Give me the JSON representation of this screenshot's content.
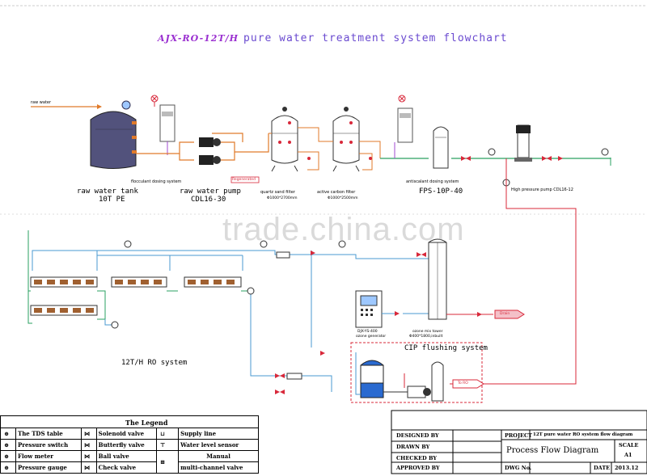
{
  "title": {
    "code": "AJX-RO-12T/H",
    "text": "pure water treatment system flowchart"
  },
  "labels": {
    "raw_water": "raw water",
    "tank_name": "raw water tank",
    "tank_spec": "10T PE",
    "flocculant": "flocculant dosing system",
    "pump_name": "raw water pump",
    "pump_spec": "CDL16-30",
    "sand_filter": "quartz sand filter",
    "sand_spec": "Φ1000*2700mm",
    "carbon_filter": "active carbon filter",
    "carbon_spec": "Φ1000*2500mm",
    "antiscalant": "antiscalant dosing system",
    "fps": "FPS-10P-40",
    "hp_pump": "High pressure pump CDL16-12",
    "ro_system": "12T/H RO system",
    "cip": "CIP flushing system",
    "ozone": "ozone generator",
    "ozone_model": "DJX-YS-400",
    "ozone_tower": "ozone mix tower",
    "ozone_tower_spec": "Φ400*1800,inbuilt",
    "pure_water": "Drain",
    "to_ro": "To RO",
    "regenerated": "Regenerated",
    "watermark": "trade.china.com"
  },
  "legend": {
    "title": "The Legend",
    "rows": [
      [
        "The TDS table",
        "Solenoid valve",
        "Supply line"
      ],
      [
        "Pressure switch",
        "Butterfly valve",
        "Water level sensor"
      ],
      [
        "Flow meter",
        "Ball valve",
        "Manual"
      ],
      [
        "Pressure gauge",
        "Check valve",
        "multi-channel valve"
      ]
    ],
    "symbols": [
      "TDS",
      "P",
      "F",
      "P"
    ]
  },
  "titleblock": {
    "designed": "DESIGNED BY",
    "drawn": "DRAWN BY",
    "checked": "CHECKED BY",
    "approved": "APPROVED BY",
    "project_label": "PROJECT",
    "project_value": "12T pure water RO system flow diagram",
    "drawing_title": "Process Flow Diagram",
    "scale_label": "SCALE",
    "scale_value": "A1",
    "dwg_label": "DWG No.",
    "date_label": "DATE",
    "date_value": "2013.12"
  },
  "colors": {
    "pipe_orange": "#e07a2a",
    "pipe_green": "#2aa060",
    "pipe_blue": "#4a9ad0",
    "pipe_red": "#d8283a",
    "tank": "#55557a",
    "cip_box": "#d8283a"
  }
}
